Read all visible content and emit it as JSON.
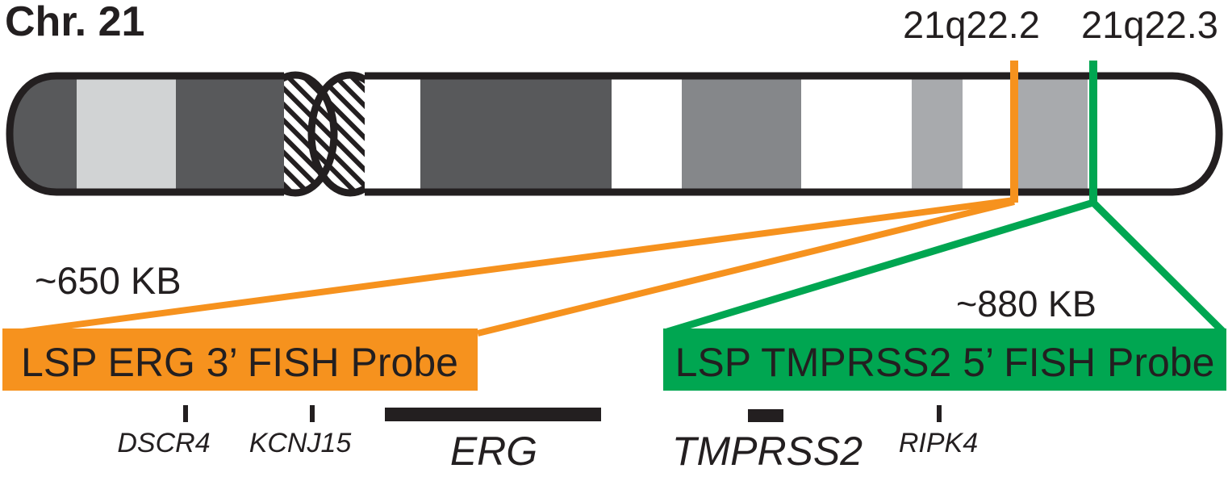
{
  "figure": {
    "title": "Chr. 21",
    "band_labels": {
      "q22_2": "21q22.2",
      "q22_3": "21q22.3"
    },
    "probes": {
      "erg": {
        "label": "LSP ERG 3’ FISH Probe",
        "size": "~650 KB",
        "band": "21q22.2",
        "color": "#F6921E"
      },
      "tmprss2": {
        "label": "LSP TMPRSS2 5’ FISH Probe",
        "size": "~880 KB",
        "band": "21q22.3",
        "color": "#00A651"
      }
    },
    "genes": {
      "dscr4": "DSCR4",
      "kcnj15": "KCNJ15",
      "erg": "ERG",
      "tmprss2": "TMPRSS2",
      "ripk4": "RIPK4"
    },
    "colors": {
      "orange": "#F6921E",
      "green": "#00A651",
      "band_dark": "#58595B",
      "band_light": "#D1D3D4",
      "band_mid": "#85878A",
      "band_soft": "#A8AAAD",
      "ink": "#231F20"
    }
  }
}
